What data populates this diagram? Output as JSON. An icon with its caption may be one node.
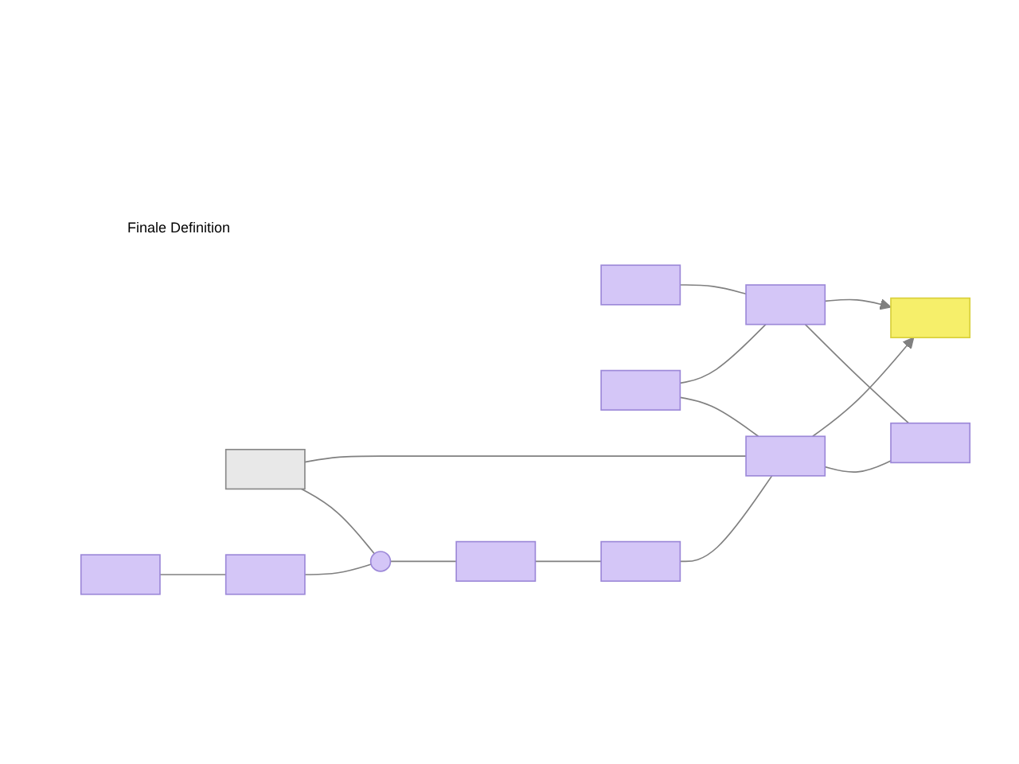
{
  "diagram": {
    "title": "Finale Definition",
    "nodes": [
      {
        "text": [],
        "shape": "box"
      },
      {
        "text": [],
        "shape": "box"
      },
      {
        "text": [],
        "shape": "box"
      },
      {
        "text": [],
        "shape": "box"
      },
      {
        "text": [],
        "shape": "circle"
      },
      {
        "text": [],
        "shape": "box"
      },
      {
        "text": [],
        "shape": "box"
      },
      {
        "text": [],
        "shape": "box"
      },
      {
        "text": [],
        "shape": "box"
      },
      {
        "text": [],
        "shape": "box"
      },
      {
        "text": [],
        "shape": "box"
      },
      {
        "text": [],
        "shape": "box"
      }
    ],
    "edges": [
      {
        "from": 1,
        "to": 2,
        "arrow": "none"
      },
      {
        "from": 0,
        "to": 4,
        "arrow": "none"
      },
      {
        "from": 2,
        "to": 4,
        "arrow": "none"
      },
      {
        "from": 4,
        "to": 5,
        "arrow": "none"
      },
      {
        "from": 5,
        "to": 7,
        "arrow": "none"
      },
      {
        "from": 7,
        "to": 8,
        "arrow": "none"
      },
      {
        "from": 6,
        "to": 8,
        "arrow": "none"
      },
      {
        "from": 6,
        "to": 9,
        "arrow": "none"
      },
      {
        "from": 3,
        "to": 9,
        "arrow": "none"
      },
      {
        "from": 0,
        "to": 8,
        "arrow": "none"
      },
      {
        "from": 8,
        "to": 10,
        "arrow": "none"
      },
      {
        "from": 9,
        "to": 10,
        "arrow": "none"
      },
      {
        "from": 8,
        "to": 11,
        "arrow": "to"
      },
      {
        "from": 9,
        "to": 11,
        "arrow": "to"
      }
    ]
  }
}
